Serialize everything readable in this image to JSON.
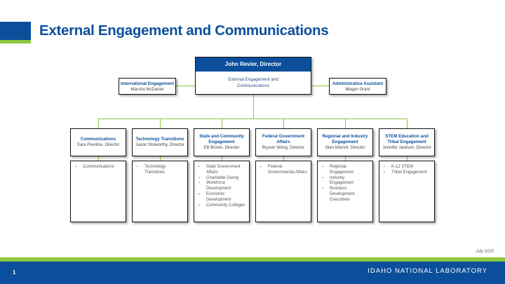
{
  "header": {
    "title": "External Engagement and Communications"
  },
  "director": {
    "name": "John Revier, Director",
    "org": "External Engagement and Communications"
  },
  "side_left": {
    "title": "International Engagement",
    "name": "Marsha McDaniel"
  },
  "side_right": {
    "title": "Administrative Assistant",
    "name": "Megan Grant"
  },
  "departments": [
    {
      "title": "Communications",
      "name": "Sara Prentice, Director",
      "items": [
        "Communications"
      ]
    },
    {
      "title": "Technology Transitions",
      "name": "Jason Stolworthy, Director",
      "items": [
        "Technology Transitions"
      ]
    },
    {
      "title": "State and Community Engagement",
      "name": "Elli Brown, Director",
      "items": [
        "State Government Affairs",
        "Charitable Giving",
        "Workforce Development",
        "Economic Development",
        "Community Colleges"
      ]
    },
    {
      "title": "Federal Government Affairs",
      "name": "Bryson Wong, Director",
      "items": [
        "Federal Governmental Affairs"
      ]
    },
    {
      "title": "Regional and Industry Engagement",
      "name": "Glen Murrell, Director",
      "items": [
        "Regional Engagement",
        "Industry Engagement",
        "Business Development Executives"
      ]
    },
    {
      "title": "STEM Education and Tribal Engagement",
      "name": "Jennifer Jackson, Director",
      "items": [
        "K-12 STEM",
        "Tribal Engagement"
      ]
    }
  ],
  "footer": {
    "date": "July 2025",
    "page_number": "1",
    "organization": "IDAHO NATIONAL LABORATORY"
  },
  "colors": {
    "brand_blue": "#0b4f9c",
    "accent_green": "#8dc63f"
  }
}
